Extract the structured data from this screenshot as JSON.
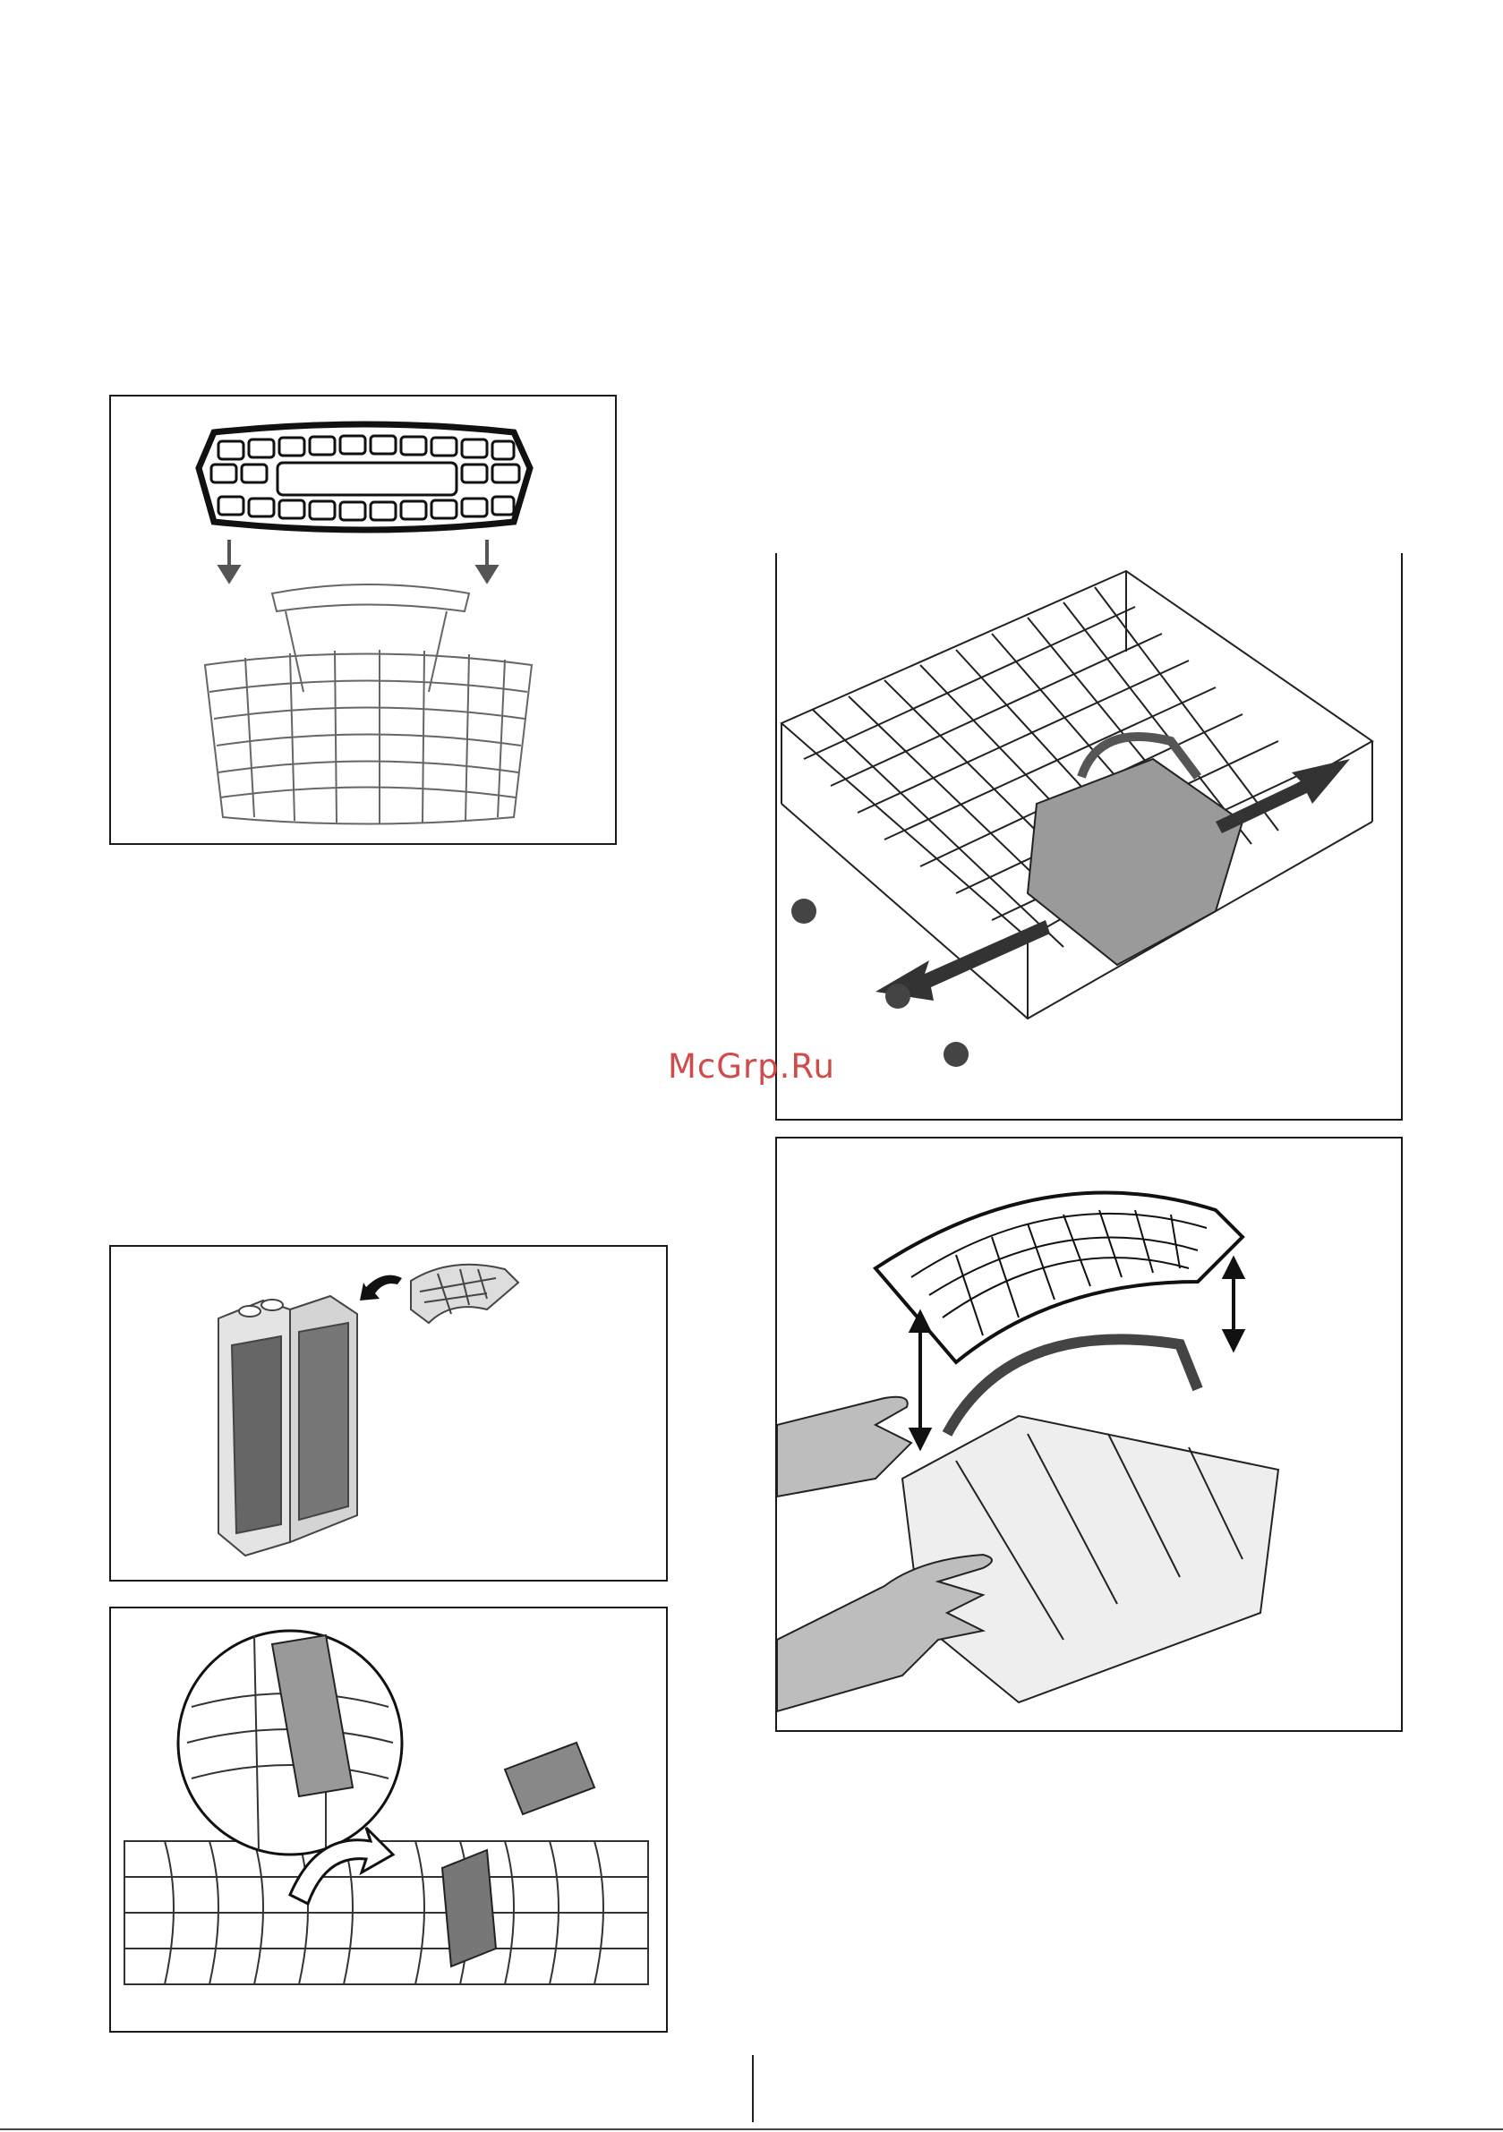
{
  "watermark": {
    "text": "McGrp.Ru",
    "color": "#d24a4a"
  },
  "illustrations": [
    {
      "id": "cutlery-basket-lid-fitting",
      "icons": [
        "basket-lid",
        "down-arrow-icon",
        "cutlery-basket"
      ]
    },
    {
      "id": "cutlery-basket-sliding-in-lower-rack",
      "icons": [
        "dish-rack",
        "cutlery-basket",
        "double-arrow-icon"
      ]
    },
    {
      "id": "cutlery-basket-lid-removal",
      "icons": [
        "basket-lid",
        "cutlery-basket",
        "vertical-double-arrow-icon",
        "hand-icon"
      ]
    },
    {
      "id": "cutlery-basket-lid-attach-side",
      "icons": [
        "cutlery-basket",
        "basket-lid",
        "curved-arrow-icon"
      ]
    },
    {
      "id": "cutlery-basket-rack-placement-detail",
      "icons": [
        "dish-rack",
        "magnifier-circle",
        "curved-arrow-icon",
        "cutlery-basket"
      ]
    }
  ]
}
